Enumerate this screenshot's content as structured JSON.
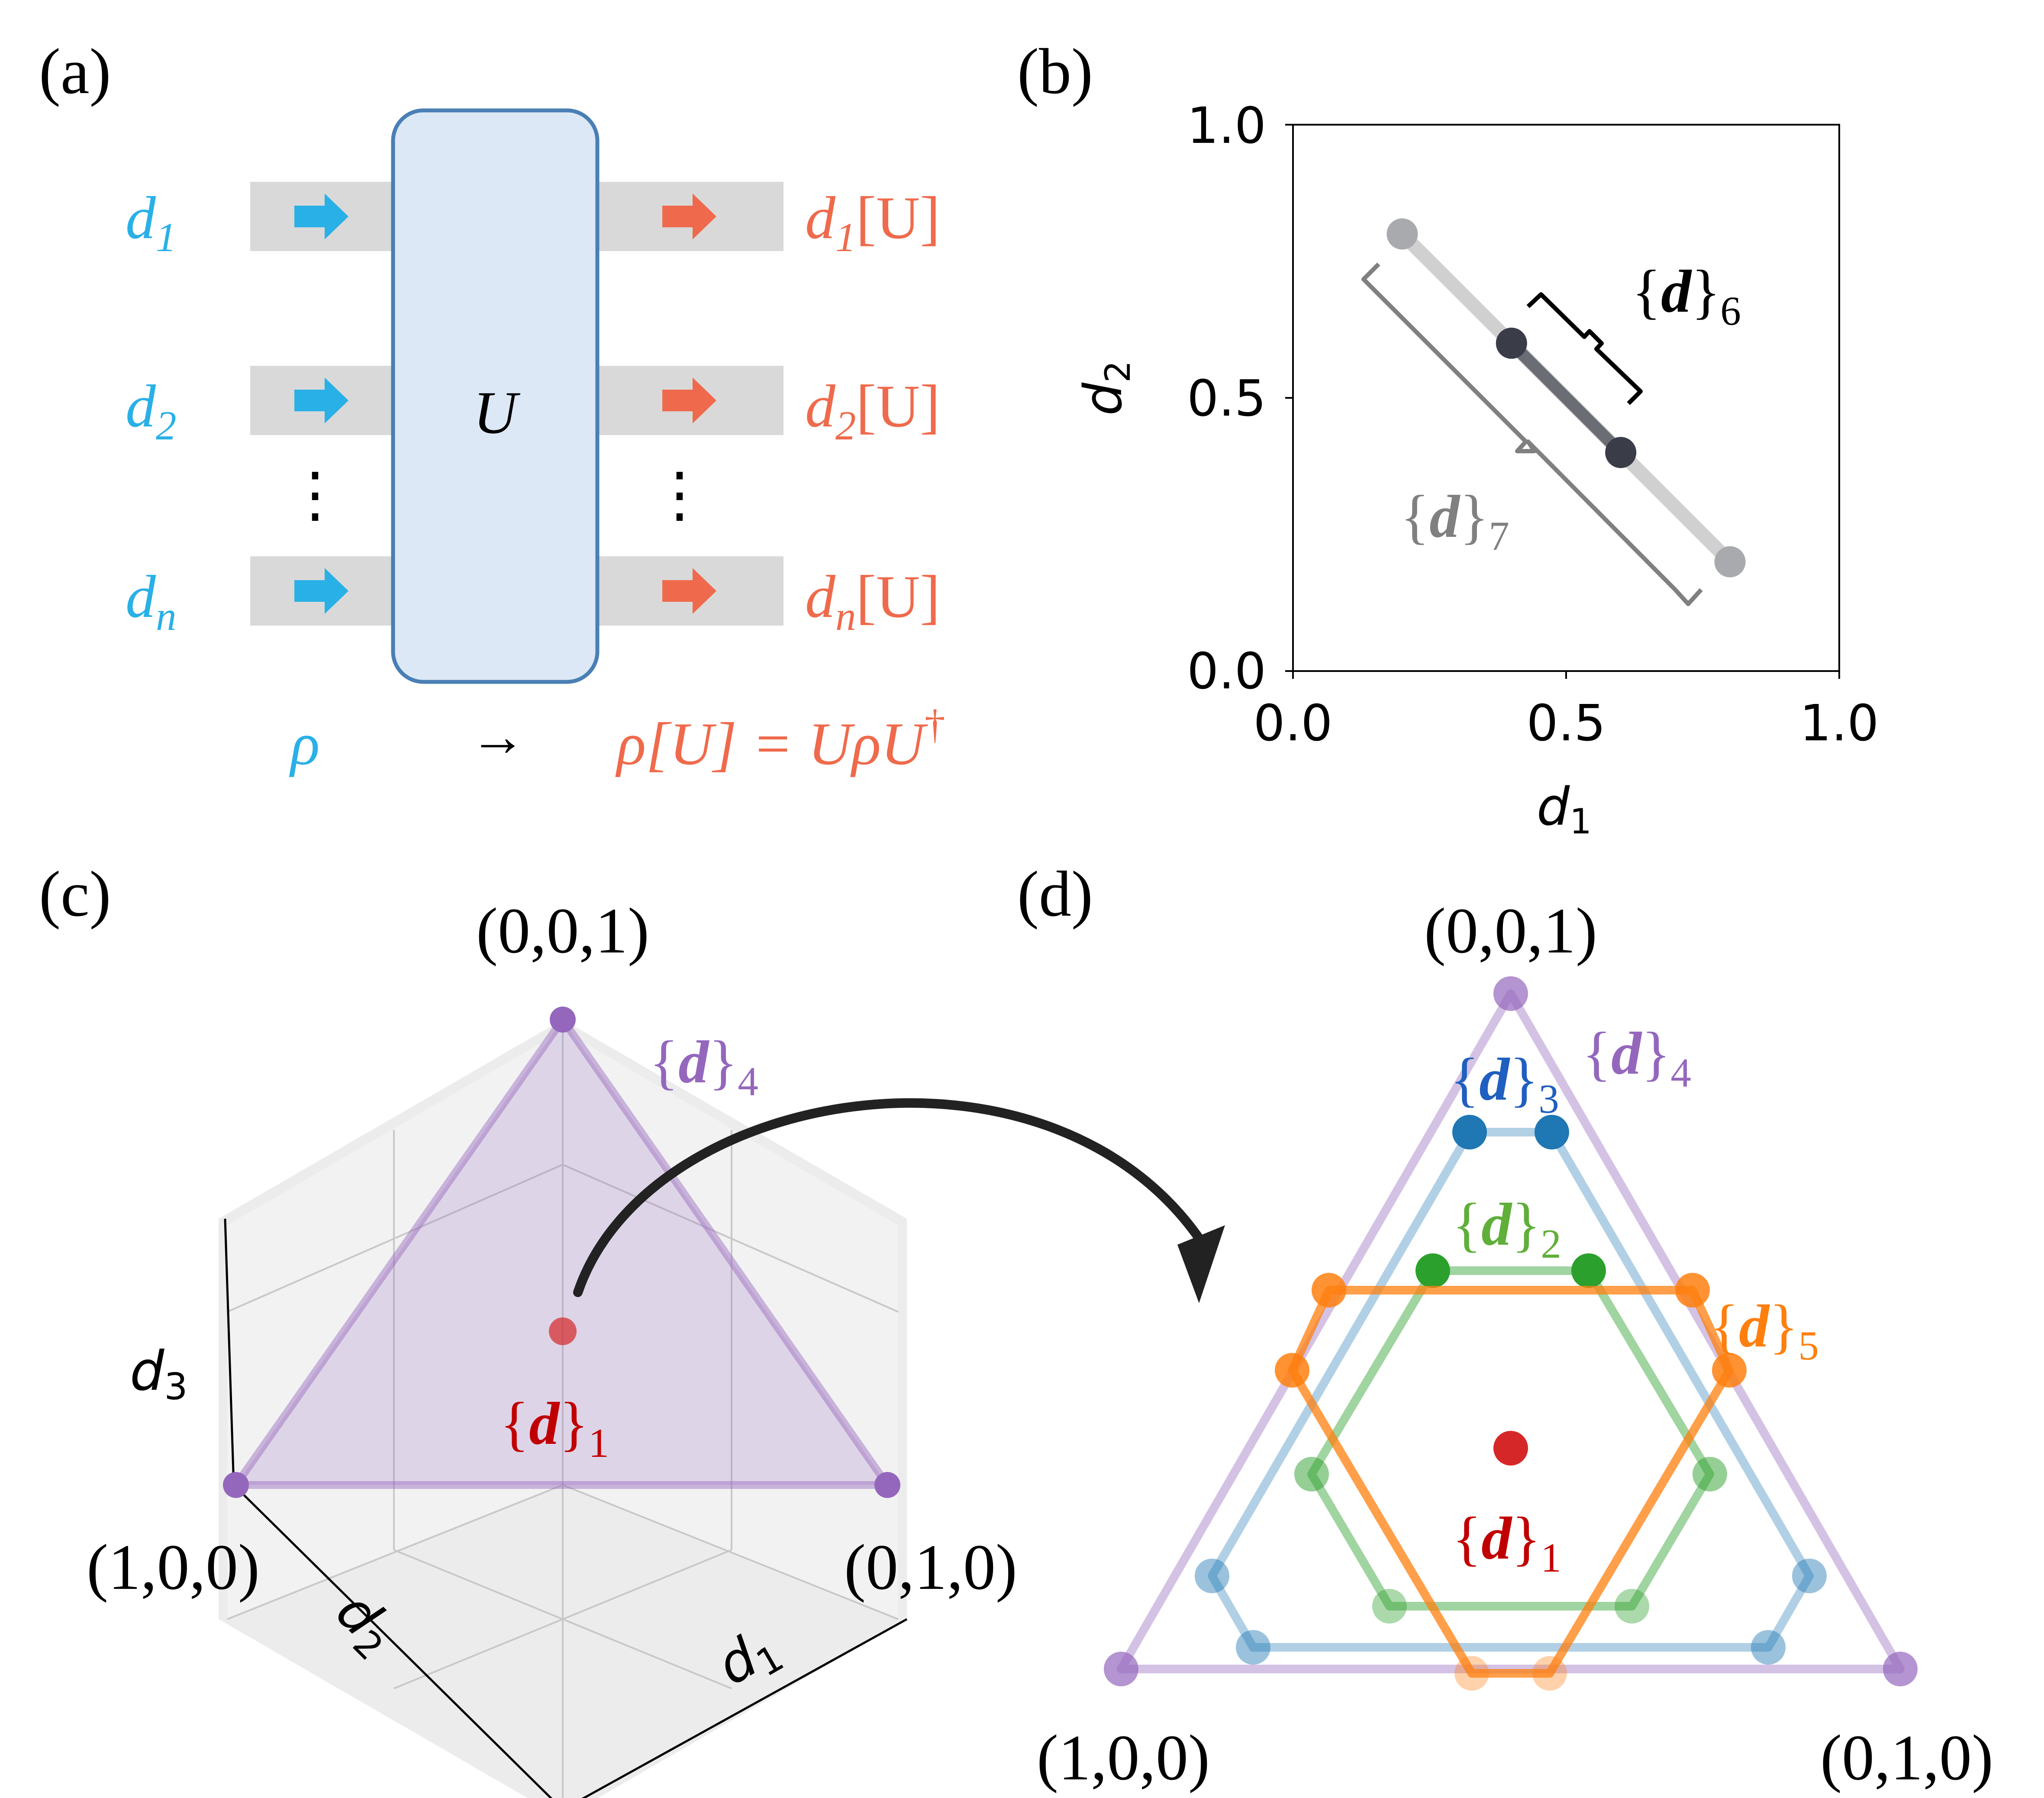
{
  "panel_labels": {
    "a": "(a)",
    "b": "(b)",
    "c": "(c)",
    "d": "(d)"
  },
  "panel_a": {
    "inputs": [
      {
        "base": "d",
        "sub": "1"
      },
      {
        "base": "d",
        "sub": "2"
      },
      {
        "base": "d",
        "sub": "n"
      }
    ],
    "outputs": [
      {
        "base": "d",
        "sub": "1",
        "suffix": "[U]"
      },
      {
        "base": "d",
        "sub": "2",
        "suffix": "[U]"
      },
      {
        "base": "d",
        "sub": "n",
        "suffix": "[U]"
      }
    ],
    "box_label": "U",
    "ellipsis": "⋮",
    "rho": "ρ",
    "arrow": "→",
    "rho_out": "ρ[U] = UρU",
    "dagger": "†",
    "colors": {
      "input": "#29b0e6",
      "output": "#ef6a4c",
      "box_fill": "#dce8f5",
      "box_stroke": "#4a7fb5",
      "wire": "#d8d8d8"
    }
  },
  "panel_b": {
    "xlabel": {
      "base": "d",
      "sub": "1"
    },
    "ylabel": {
      "base": "d",
      "sub": "2"
    },
    "ticks": [
      "0.0",
      "0.5",
      "1.0"
    ],
    "label_d6": {
      "text": "{d}",
      "sub": "6"
    },
    "label_d7": {
      "text": "{d}",
      "sub": "7"
    },
    "chart_data": {
      "type": "line",
      "xlim": [
        0,
        1
      ],
      "ylim": [
        0,
        1
      ],
      "series": [
        {
          "points": [
            [
              0.2,
              0.8
            ],
            [
              0.8,
              0.2
            ]
          ],
          "color": "#d0d0d0"
        },
        {
          "points": [
            [
              0.4,
              0.6
            ],
            [
              0.6,
              0.4
            ]
          ],
          "color": "#6b6d75"
        }
      ]
    }
  },
  "panel_c": {
    "vertex_top": "(0,0,1)",
    "vertex_left": "(1,0,0)",
    "vertex_right": "(0,1,0)",
    "axis_d3": {
      "base": "d",
      "sub": "3"
    },
    "axis_d2": {
      "base": "d",
      "sub": "2"
    },
    "axis_d1": {
      "base": "d",
      "sub": "1"
    },
    "label_d4": {
      "text": "{d}",
      "sub": "4"
    },
    "label_d1": {
      "text": "{d}",
      "sub": "1"
    },
    "colors": {
      "purple": "#9467bd",
      "red": "#d62728"
    }
  },
  "panel_d": {
    "vertex_top": "(0,0,1)",
    "vertex_left": "(1,0,0)",
    "vertex_right": "(0,1,0)",
    "labels": [
      {
        "text": "{d}",
        "sub": "4",
        "color": "#9467bd"
      },
      {
        "text": "{d}",
        "sub": "3",
        "color": "#1f77b4"
      },
      {
        "text": "{d}",
        "sub": "2",
        "color": "#2ca02c"
      },
      {
        "text": "{d}",
        "sub": "5",
        "color": "#ff7f0e"
      },
      {
        "text": "{d}",
        "sub": "1",
        "color": "#d62728"
      }
    ]
  }
}
